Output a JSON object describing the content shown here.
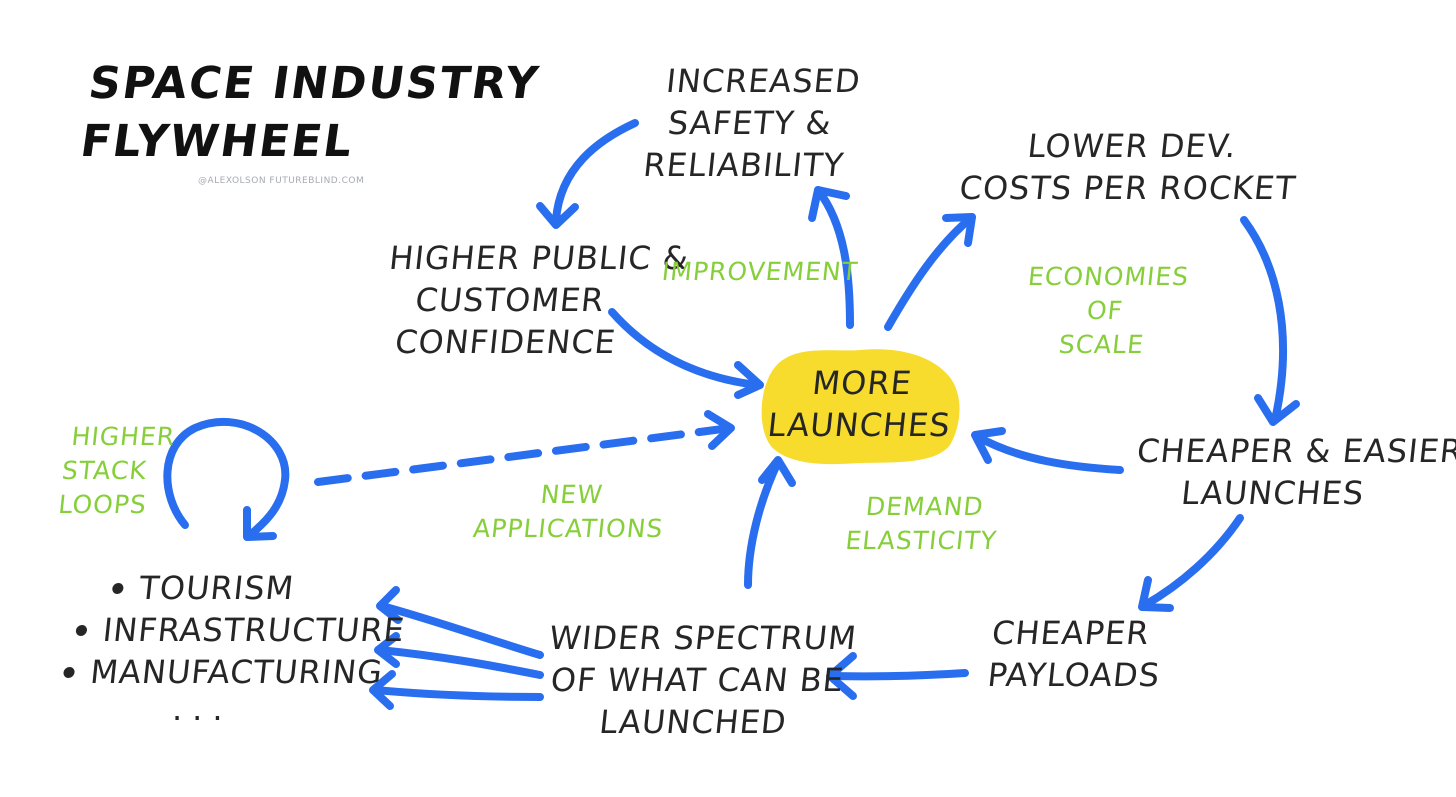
{
  "title": {
    "line1": "Space Industry",
    "line2": "Flywheel"
  },
  "credit": "@AlexOlson futureblind.com",
  "hub": {
    "line1": "More",
    "line2": "Launches",
    "color": "#f7dc2e"
  },
  "nodes": {
    "safety": [
      "Increased",
      "Safety &",
      "Reliability"
    ],
    "lower_dev": [
      "Lower Dev.",
      "Costs per Rocket"
    ],
    "confidence": [
      "Higher Public &",
      "Customer",
      "Confidence"
    ],
    "cheaper_launches": [
      "Cheaper & Easier",
      "Launches"
    ],
    "cheaper_payloads": [
      "Cheaper",
      "Payloads"
    ],
    "wider": [
      "Wider Spectrum",
      "of what can be",
      "launched"
    ]
  },
  "effects": {
    "improvement": "Improvement",
    "economies": [
      "Economies",
      "of",
      "Scale"
    ],
    "demand": [
      "Demand",
      "Elasticity"
    ],
    "new_apps": [
      "New",
      "Applications"
    ],
    "higher_stack": [
      "Higher",
      "Stack",
      "Loops"
    ]
  },
  "applications": {
    "items": [
      "Tourism",
      "Infrastructure",
      "Manufacturing"
    ],
    "more": "..."
  },
  "colors": {
    "arrow": "#2a6ef0",
    "effect_text": "#86cf3a",
    "text": "#262626",
    "hub": "#f7dc2e"
  }
}
